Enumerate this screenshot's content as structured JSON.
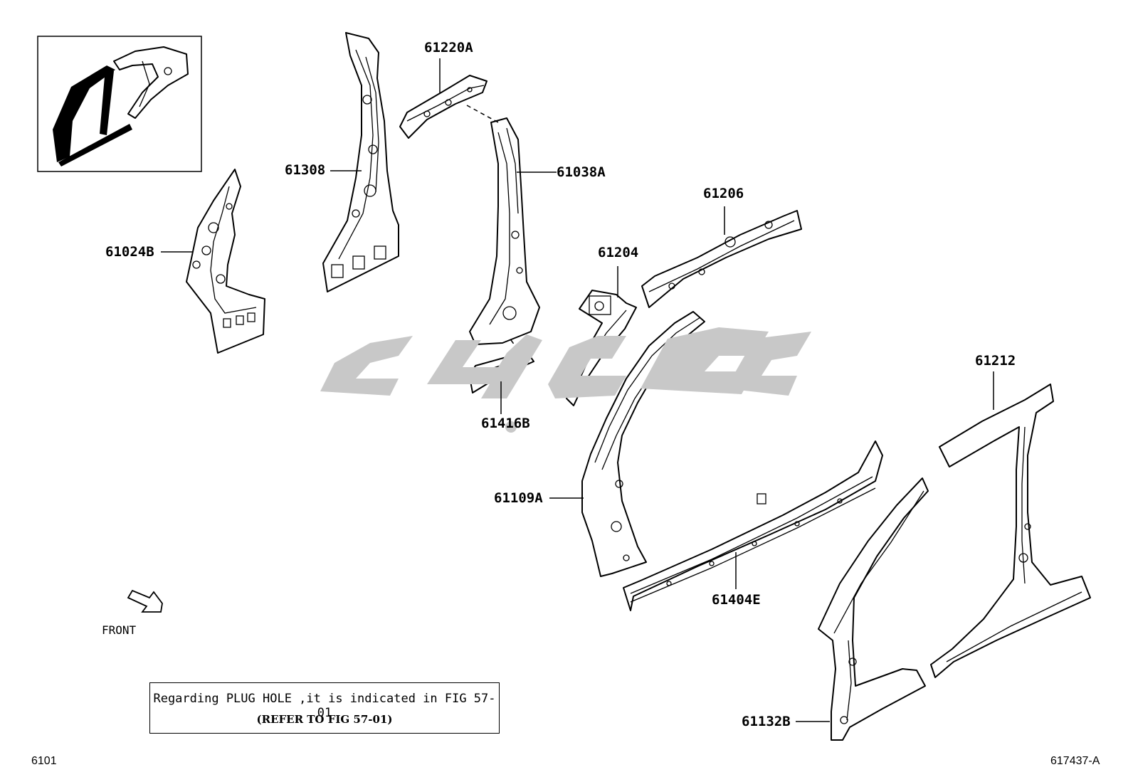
{
  "labels": {
    "p61220A": "61220A",
    "p61308": "61308",
    "p61038A": "61038A",
    "p61206": "61206",
    "p61024B": "61024B",
    "p61204": "61204",
    "p61416B": "61416B",
    "p61212": "61212",
    "p61109A": "61109A",
    "p61404E": "61404E",
    "p61132B": "61132B"
  },
  "front": "FRONT",
  "note": {
    "line1": "Regarding PLUG HOLE ,it is indicated in FIG 57-01",
    "line2": "(REFER TO FIG 57-01)"
  },
  "footer": {
    "left": "6101",
    "right": "617437-A"
  },
  "colors": {
    "watermark": "#c8c8c8",
    "ink": "#000000"
  }
}
